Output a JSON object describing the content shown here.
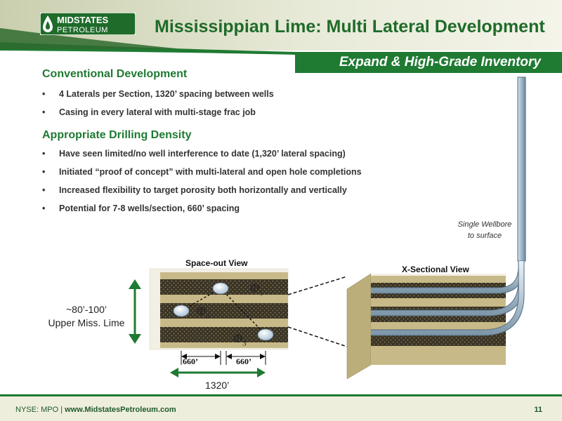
{
  "header": {
    "logo_line1": "MIDSTATES",
    "logo_line2": "PETROLEUM",
    "title": "Mississippian Lime: Multi Lateral Development",
    "subtitle": "Expand & High-Grade Inventory"
  },
  "sections": [
    {
      "heading": "Conventional Development",
      "bullets": [
        "4 Laterals per Section, 1320’ spacing between wells",
        "Casing in every lateral with multi-stage frac job"
      ]
    },
    {
      "heading": "Appropriate Drilling Density",
      "bullets": [
        "Have seen limited/no well interference to date (1,320’ lateral spacing)",
        "Initiated “proof of concept” with multi-lateral and open hole completions",
        "Increased flexibility to target porosity both horizontally and vertically",
        "Potential for 7-8 wells/section, 660’ spacing"
      ]
    }
  ],
  "diagram": {
    "wellbore_note_line1": "Single Wellbore",
    "wellbore_note_line2": "to surface",
    "space_out_label": "Space-out View",
    "x_section_label": "X-Sectional View",
    "thickness_line1": "~80’-100’",
    "thickness_line2": "Upper Miss. Lime",
    "spacing_left": "660’",
    "spacing_right": "660’",
    "spacing_total": "1320’",
    "phi_symbol": "Φ",
    "phi_1": "1",
    "phi_2": "2",
    "phi_3": "3"
  },
  "footer": {
    "ticker": "NYSE: MPO",
    "separator": "|",
    "website": "www.MidstatesPetroleum.com",
    "page_number": "11"
  },
  "colors": {
    "brand_green": "#1f7a32",
    "title_green": "#1f6b2a",
    "rock_tan": "#c8ba88",
    "rock_dark": "#2e2a20"
  }
}
